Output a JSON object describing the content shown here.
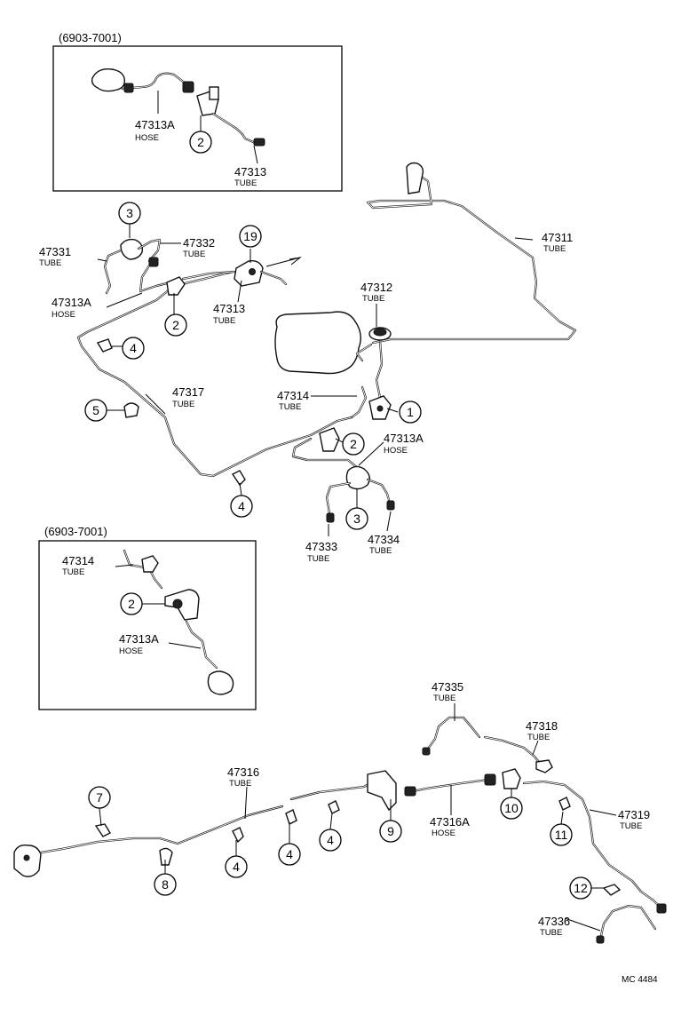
{
  "diagram": {
    "code": "MC 4484",
    "insets": [
      {
        "title": "(6903-7001)"
      },
      {
        "title": "(6903-7001)"
      }
    ],
    "parts": [
      {
        "id": "p47313A_i1",
        "number": "47313A",
        "kind": "HOSE"
      },
      {
        "id": "p47313_i1",
        "number": "47313",
        "kind": "TUBE"
      },
      {
        "id": "p47331",
        "number": "47331",
        "kind": "TUBE"
      },
      {
        "id": "p47332",
        "number": "47332",
        "kind": "TUBE"
      },
      {
        "id": "p47313A_a",
        "number": "47313A",
        "kind": "HOSE"
      },
      {
        "id": "p47313_a",
        "number": "47313",
        "kind": "TUBE"
      },
      {
        "id": "p47311",
        "number": "47311",
        "kind": "TUBE"
      },
      {
        "id": "p47312",
        "number": "47312",
        "kind": "TUBE"
      },
      {
        "id": "p47317",
        "number": "47317",
        "kind": "TUBE"
      },
      {
        "id": "p47314",
        "number": "47314",
        "kind": "TUBE"
      },
      {
        "id": "p47313A_b",
        "number": "47313A",
        "kind": "HOSE"
      },
      {
        "id": "p47333",
        "number": "47333",
        "kind": "TUBE"
      },
      {
        "id": "p47334",
        "number": "47334",
        "kind": "TUBE"
      },
      {
        "id": "p47314_i2",
        "number": "47314",
        "kind": "TUBE"
      },
      {
        "id": "p47313A_i2",
        "number": "47313A",
        "kind": "HOSE"
      },
      {
        "id": "p47335",
        "number": "47335",
        "kind": "TUBE"
      },
      {
        "id": "p47318",
        "number": "47318",
        "kind": "TUBE"
      },
      {
        "id": "p47316",
        "number": "47316",
        "kind": "TUBE"
      },
      {
        "id": "p47316A",
        "number": "47316A",
        "kind": "HOSE"
      },
      {
        "id": "p47319",
        "number": "47319",
        "kind": "TUBE"
      },
      {
        "id": "p47336",
        "number": "47336",
        "kind": "TUBE"
      }
    ],
    "callouts": [
      "2",
      "3",
      "19",
      "2",
      "4",
      "5",
      "1",
      "2",
      "3",
      "4",
      "2",
      "7",
      "10",
      "11",
      "9",
      "4",
      "4",
      "4",
      "8",
      "12"
    ]
  }
}
